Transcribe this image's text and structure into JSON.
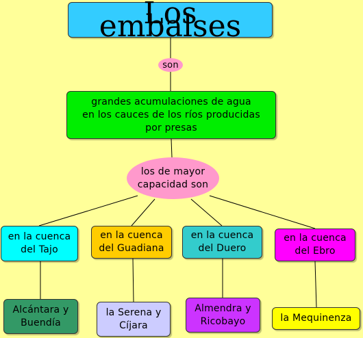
{
  "colors": {
    "background": "#ffff99",
    "title": "#33ccff",
    "link_label": "#ff99cc",
    "definition": "#00ee00",
    "tajo": "#00ffff",
    "guadiana": "#ffcc00",
    "duero": "#33cccc",
    "ebro": "#ff00ff",
    "alcantara": "#339966",
    "serena": "#ccccff",
    "almendra": "#cc33ff",
    "mequinenza": "#ffff00",
    "line": "#000000"
  },
  "nodes": {
    "title": "Los embalses",
    "son": "son",
    "definition": "grandes acumulaciones de agua\nen los cauces de los ríos producidas\npor presas",
    "mayor": "los de mayor\ncapacidad son",
    "tajo": "en la cuenca\ndel Tajo",
    "guadiana": "en la cuenca\ndel Guadiana",
    "duero": "en la cuenca\ndel Duero",
    "ebro": "en la cuenca\ndel Ebro",
    "alcantara": "Alcántara y\nBuendía",
    "serena": "la Serena y\nCíjara",
    "almendra": "Almendra y\nRicobayo",
    "mequinenza": "la Mequinenza"
  }
}
